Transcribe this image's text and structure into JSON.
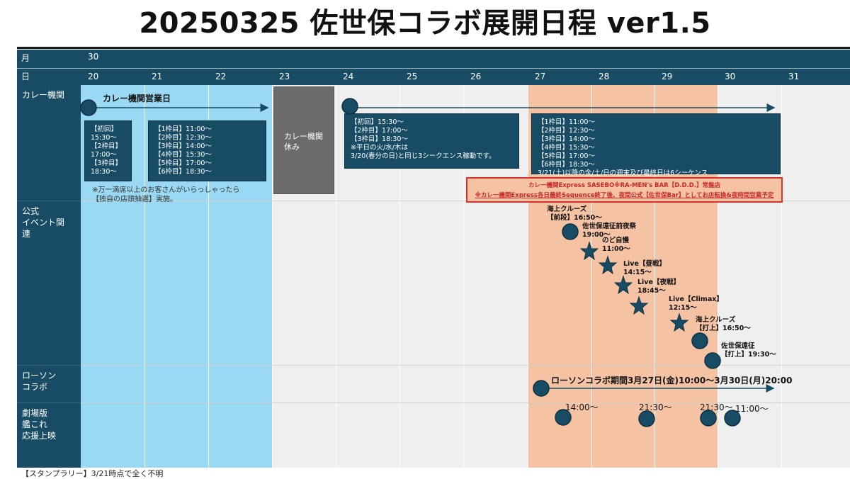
{
  "title": "20250325 佐世保コラボ展開日程 ver1.5",
  "header": {
    "month_label": "月",
    "month_value": "30",
    "day_label": "日",
    "days": [
      "20",
      "21",
      "22",
      "23",
      "24",
      "25",
      "26",
      "27",
      "28",
      "29",
      "30",
      "31"
    ]
  },
  "rows": {
    "curry": "カレー機関",
    "official": "公式\nイベント関\n連",
    "lawson": "ローソン\nコラボ",
    "movie": "劇場版\n艦これ\n応援上映"
  },
  "curry_section": {
    "open_label": "カレー機関営業日",
    "box_first": "【初回】\n15:30〜\n【2枠目】\n17:00〜\n【3枠目】\n18:30〜",
    "box_second": "【1枠目】11:00〜\n【2枠目】12:30〜\n【3枠目】14:00〜\n【4枠目】15:30〜\n【5枠目】17:00〜\n【6枠目】18:30〜",
    "note": "※万一満席以上のお客さんがいらっしゃったら\n【独自の店頭抽選】実施。",
    "rest_box": "カレー機関\n休み",
    "box_third": "【初回】15:30〜\n【2枠目】17:00〜\n【3枠目】18:30〜\n※平日の火/水/木は\n3/20(春分の日)と同じ3シークエンス稼動です。",
    "box_fourth": "【1枠目】11:00〜\n【2枠目】12:30〜\n【3枠目】14:00〜\n【4枠目】15:30〜\n【5枠目】17:00〜\n【6枠目】18:30〜\n3/21(土)以降の金/土/日の週末及び最終日は6シーケンス",
    "express_line1": "カレー機関Express SASEBO※RA-MEN's BAR【D.D.D.】常盤店",
    "express_line2": "※カレー機関Express各日最終Sequence終了後、夜間公式【佐世保Bar】としてお店転換&夜時間営業予定"
  },
  "events": [
    {
      "label": "海上クルーズ\n【前段】16:50〜",
      "shape": "circle"
    },
    {
      "label": "佐世保遠征前夜祭\n19:00〜",
      "shape": "star"
    },
    {
      "label": "のど自慢\n11:00〜",
      "shape": "star"
    },
    {
      "label": "Live【昼戦】\n14:15〜",
      "shape": "star"
    },
    {
      "label": "Live【夜戦】\n18:45〜",
      "shape": "star"
    },
    {
      "label": "Live【Climax】\n12:15〜",
      "shape": "star"
    },
    {
      "label": "海上クルーズ\n【打上】16:50〜",
      "shape": "circle"
    },
    {
      "label": "佐世保遠征\n【打上】19:30〜",
      "shape": "circle"
    }
  ],
  "lawson_label": "ローソンコラボ期間3月27日(金)10:00〜3月30日(月)20:00",
  "movie_times": [
    "14:00〜",
    "21:30〜",
    "21:30〜",
    "11:00〜"
  ],
  "stamp_rally": "【スタンプラリー】3/21時点で全く不明",
  "colors": {
    "navy": "#184c64",
    "light_blue": "#9ad9f3",
    "peach": "#f6c2a4",
    "gray_cell": "#efefef",
    "red_border": "#d9342b",
    "rest_gray": "#6b6b6b"
  }
}
